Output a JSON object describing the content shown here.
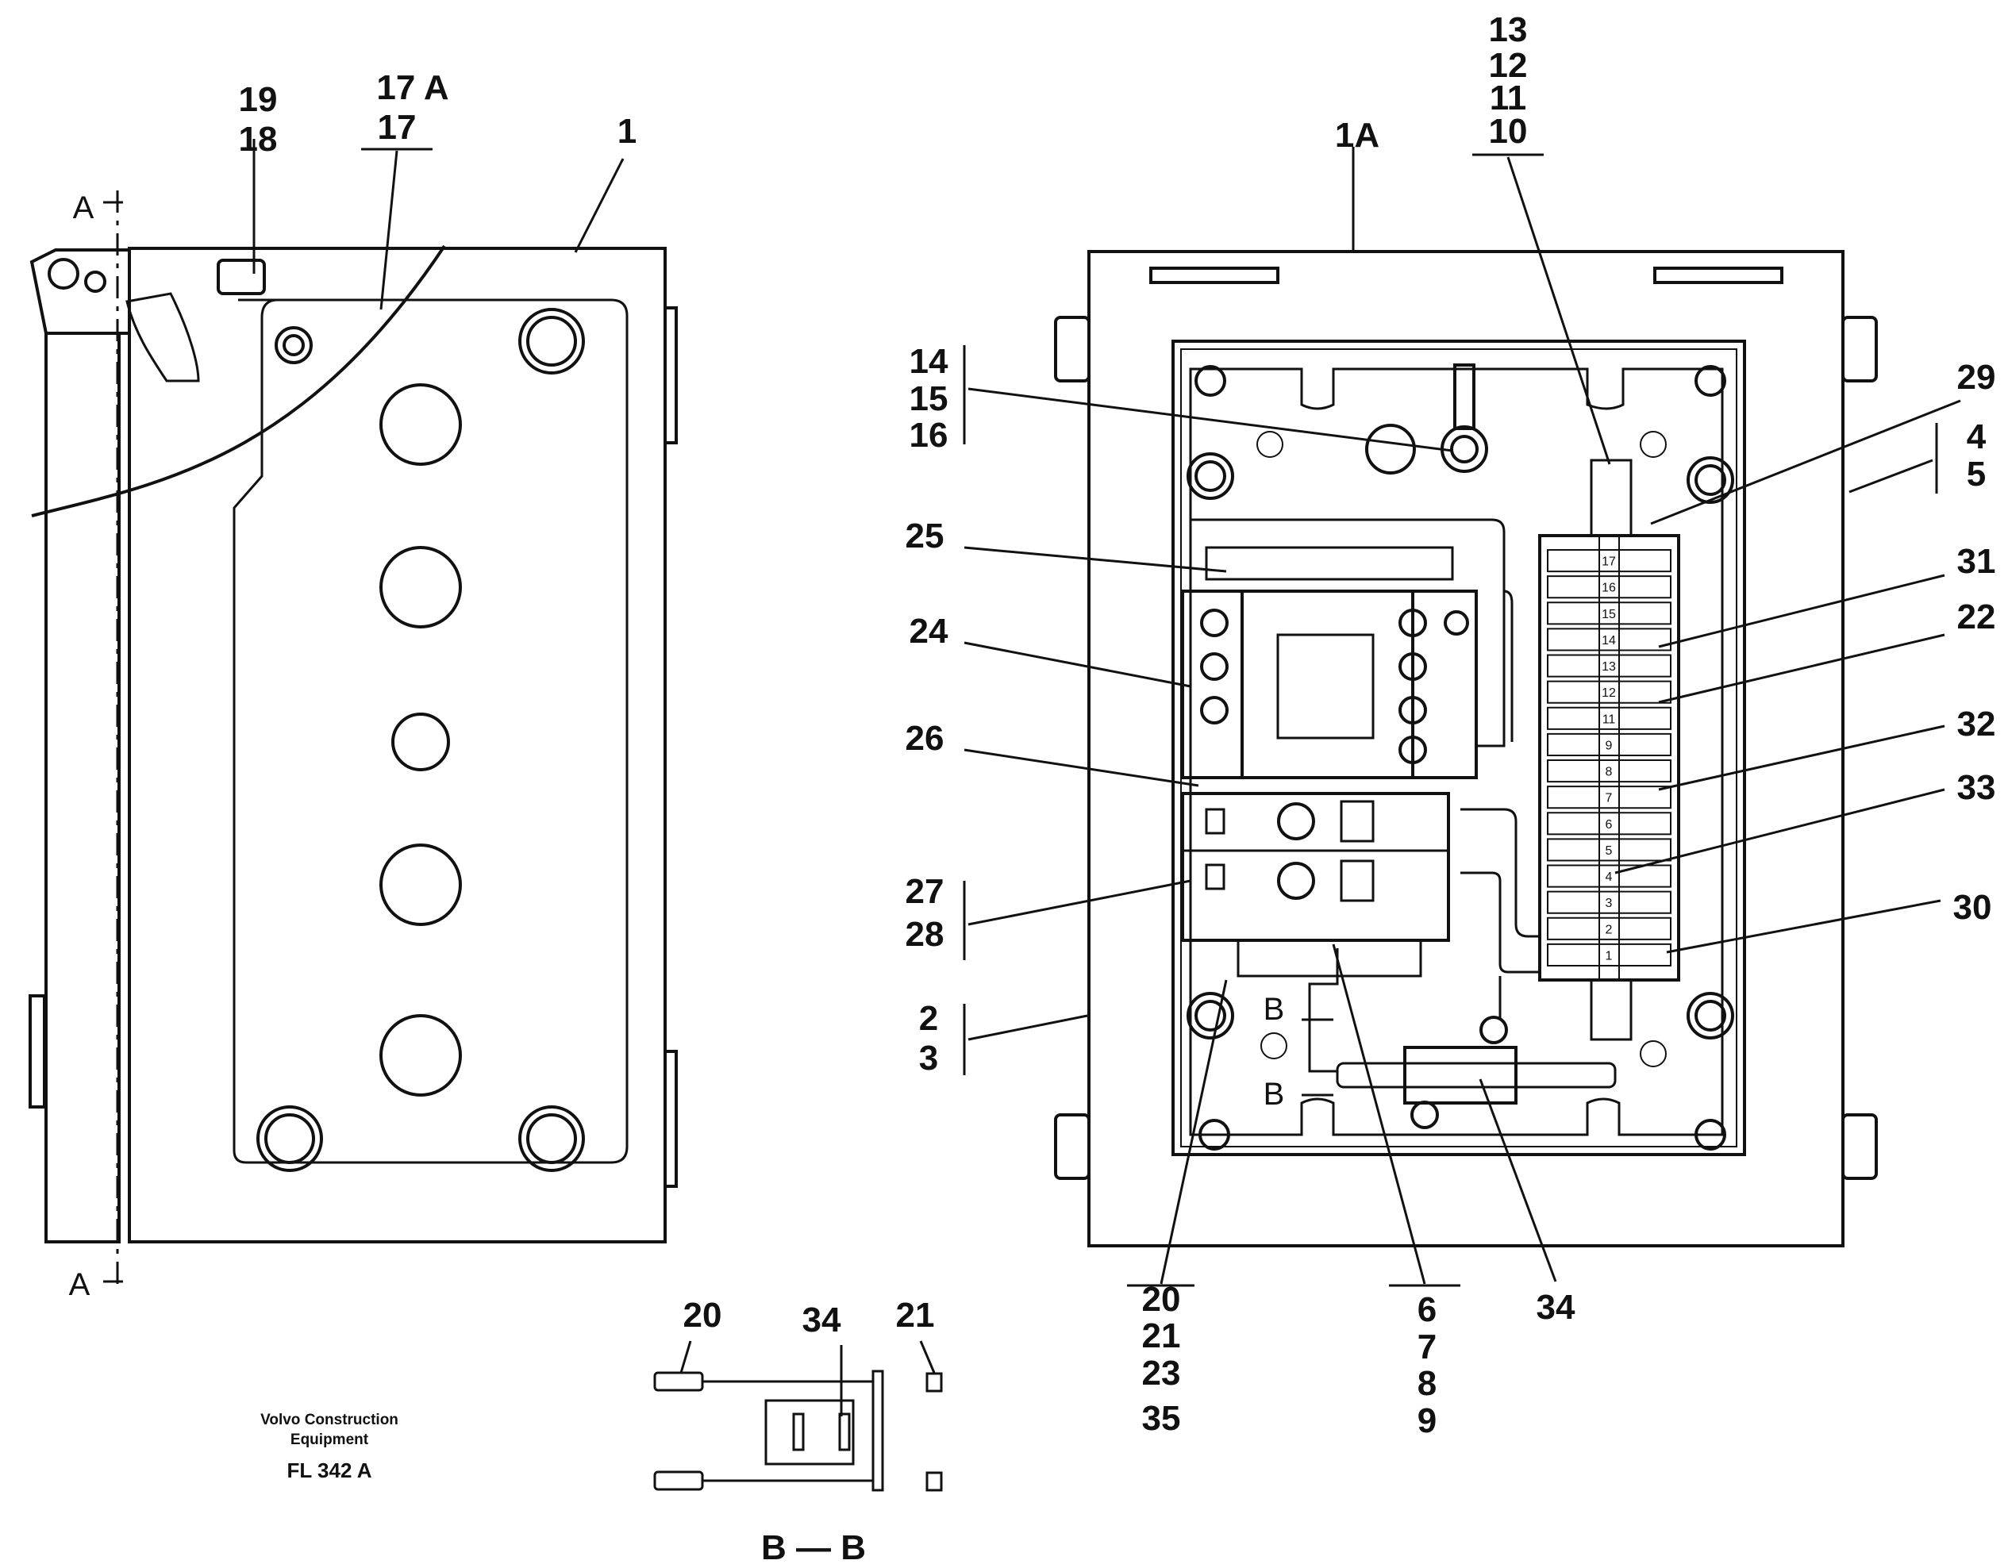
{
  "left_view": {
    "labels": [
      "19",
      "18",
      "17 A",
      "17",
      "1"
    ],
    "section_marks": [
      "A",
      "A"
    ]
  },
  "right_view": {
    "top_labels": [
      "13",
      "12",
      "11",
      "10",
      "1A"
    ],
    "left_labels": [
      "14",
      "15",
      "16",
      "25",
      "24",
      "26",
      "27",
      "28",
      "2",
      "3"
    ],
    "right_labels": [
      "29",
      "4",
      "5",
      "31",
      "22",
      "32",
      "33",
      "30"
    ],
    "bottom_labels": [
      "20",
      "21",
      "23",
      "35",
      "6",
      "7",
      "8",
      "9",
      "34"
    ],
    "section_marks": [
      "B",
      "B"
    ],
    "terminal_numbers": [
      "1",
      "2",
      "3",
      "4",
      "5",
      "6",
      "7",
      "8",
      "9",
      "11",
      "12",
      "13",
      "14",
      "15",
      "16",
      "17"
    ]
  },
  "section_bb": {
    "labels": [
      "20",
      "34",
      "21"
    ],
    "title": "B — B"
  },
  "caption": {
    "line1": "Volvo Construction",
    "line2": "Equipment",
    "code": "FL 342 A"
  }
}
